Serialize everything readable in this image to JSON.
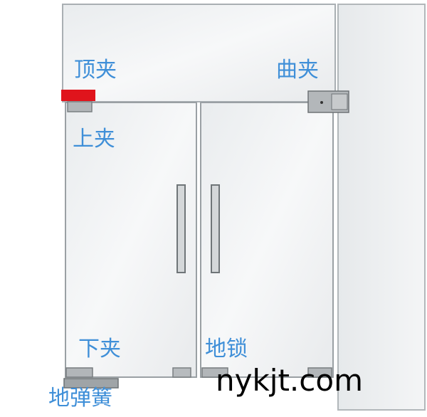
{
  "labels": {
    "top_clamp": "顶夹",
    "curved_clamp": "曲夹",
    "upper_clamp": "上夹",
    "lower_clamp": "下夹",
    "floor_lock": "地锁",
    "floor_spring": "地弹簧"
  },
  "watermark": "nykjt.com",
  "colors": {
    "label_blue": "#3f8fd8",
    "top_clamp_red": "#e0141c",
    "frame_gray": "#9aa0a4",
    "glass": "#eef0f1",
    "hardware_gray": "#a8adb0"
  }
}
